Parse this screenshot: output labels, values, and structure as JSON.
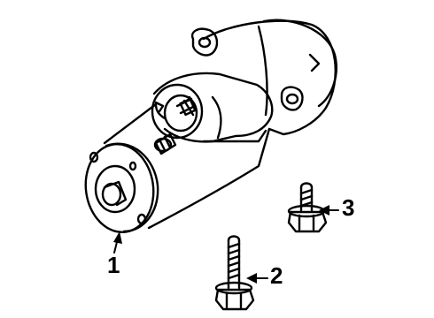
{
  "diagram": {
    "callouts": [
      {
        "label": "1",
        "part": "starter-motor"
      },
      {
        "label": "2",
        "part": "long-mounting-bolt"
      },
      {
        "label": "3",
        "part": "short-mounting-bolt"
      }
    ],
    "colors": {
      "line": "#000000",
      "background": "#ffffff"
    }
  }
}
